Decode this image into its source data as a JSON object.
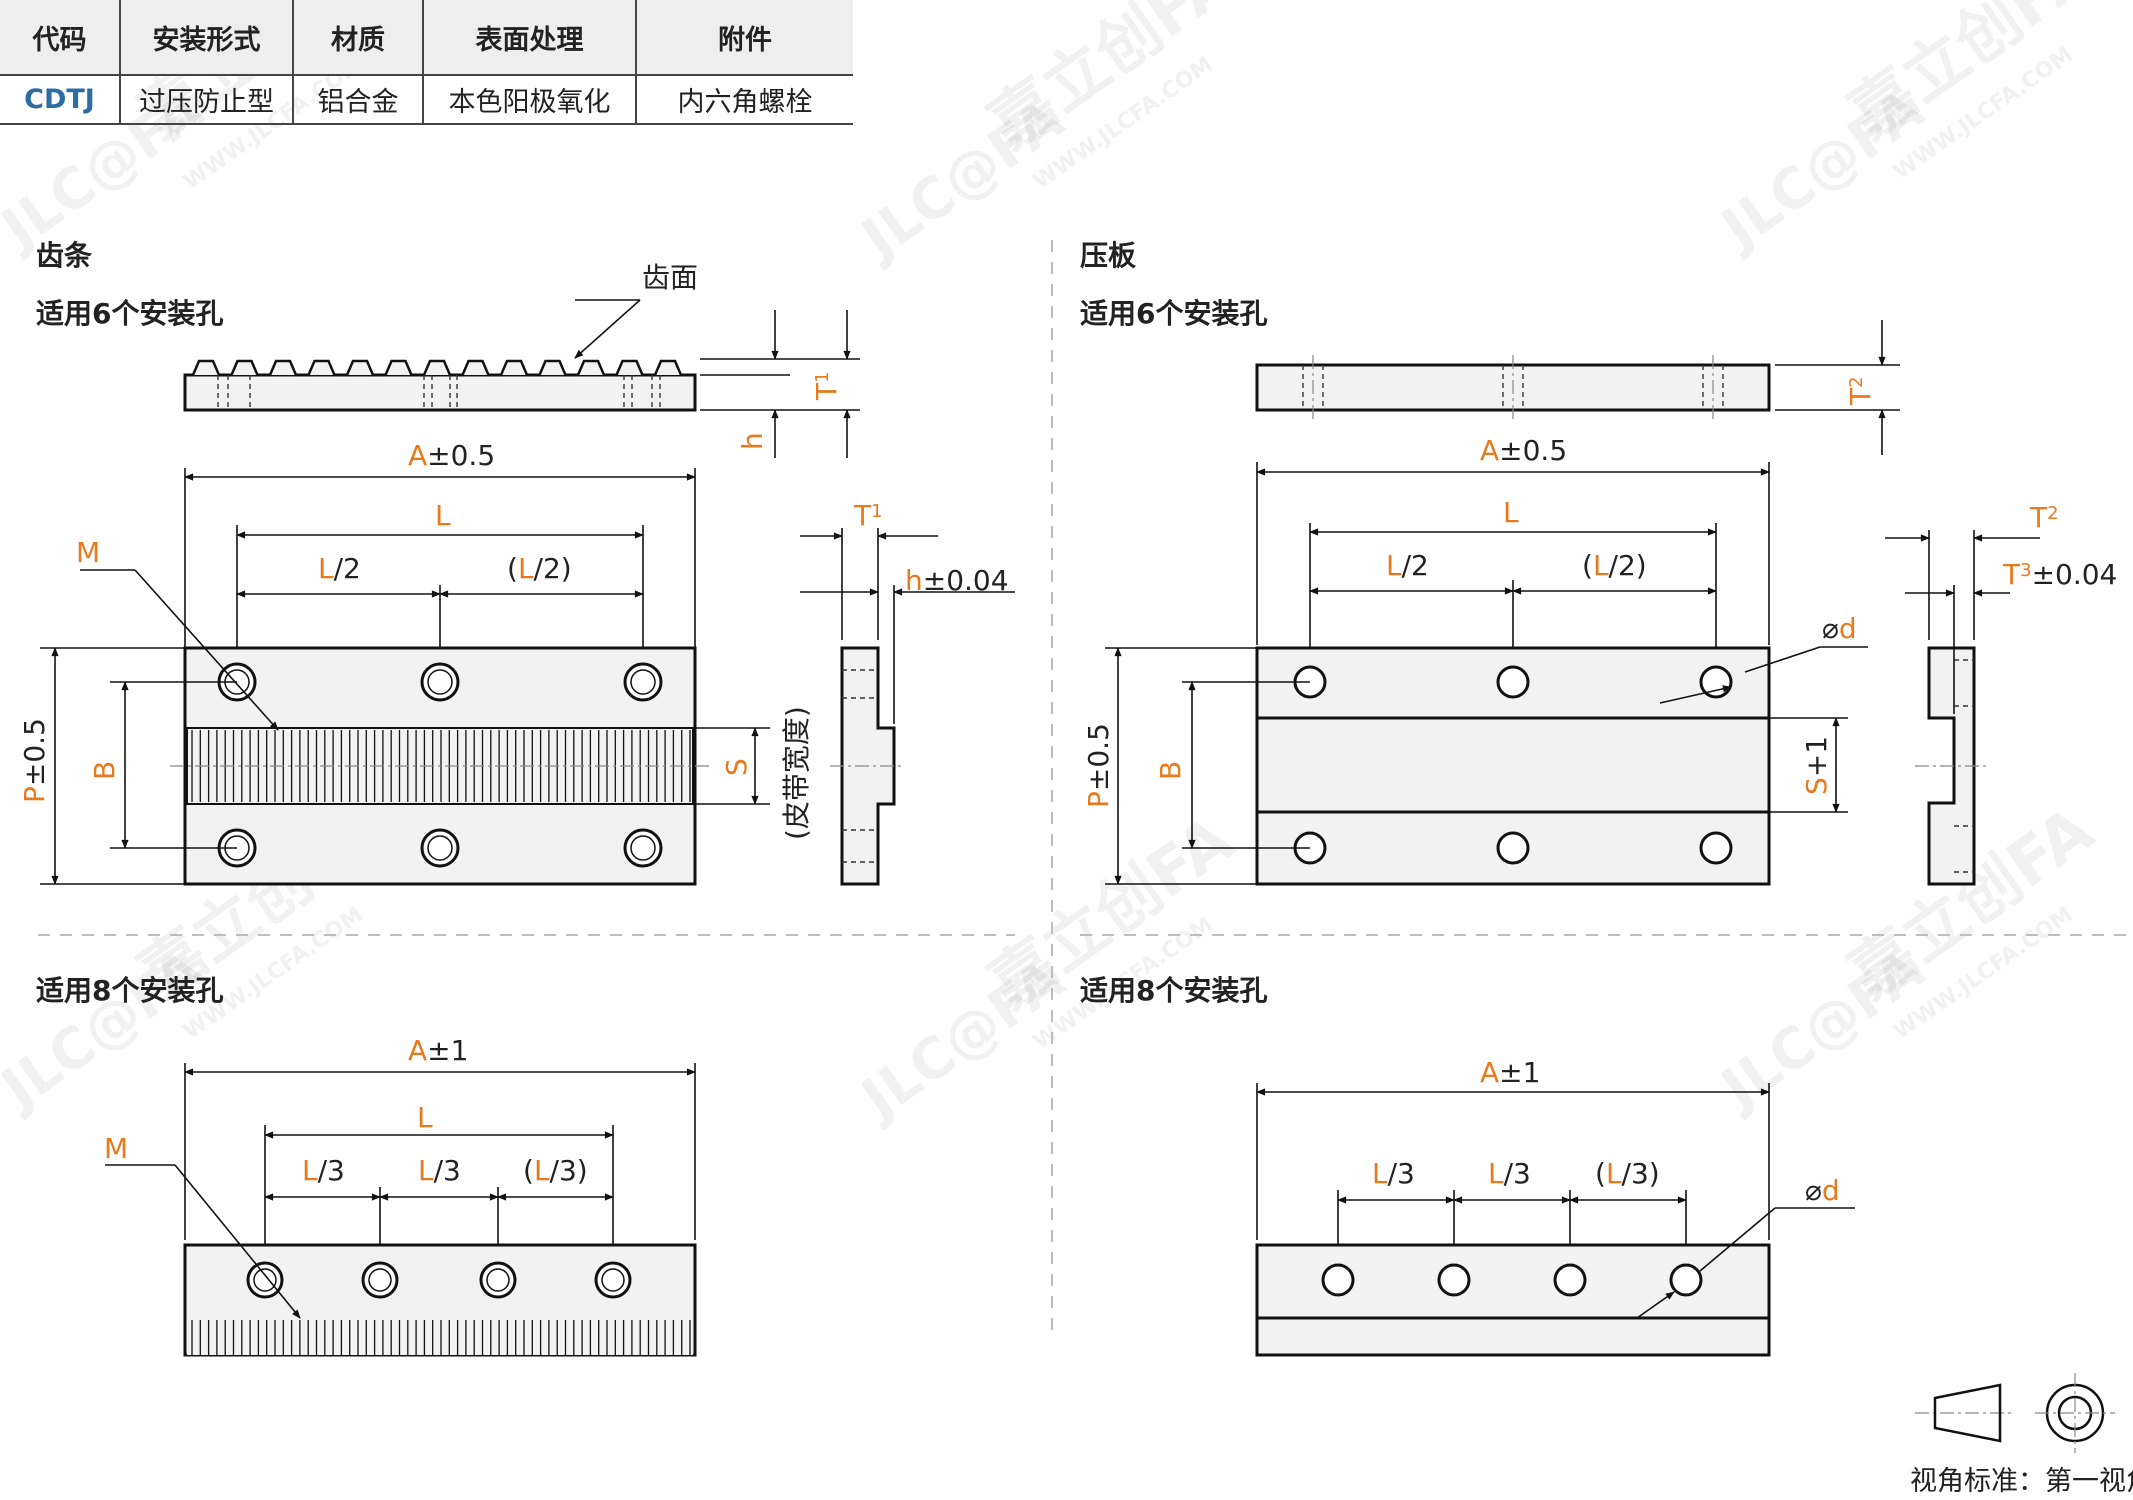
{
  "table": {
    "headers": [
      "代码",
      "安装形式",
      "材质",
      "表面处理",
      "附件"
    ],
    "row": [
      "CDTJ",
      "过压防止型",
      "铝合金",
      "本色阳极氧化",
      "内六角螺栓"
    ]
  },
  "watermark": {
    "brand": "嘉立创FA",
    "logo": "JLC@FA",
    "url": "WWW.JLCFA.COM"
  },
  "left": {
    "title": "齿条",
    "holes6_label": "适用6个安装孔",
    "holes8_label": "适用8个安装孔",
    "tooth_face": "齿面",
    "dims6": {
      "A": "A",
      "A_tol": "±0.5",
      "L": "L",
      "L2": "L",
      "L2_suffix": "/2",
      "L2p_open": "(",
      "L2p": "L",
      "L2p_suffix": "/2)",
      "M": "M",
      "P": "P",
      "P_tol": "±0.5",
      "B": "B",
      "S": "S",
      "belt_width": "(皮带宽度)",
      "T1": "T",
      "T1_sub": "1",
      "h": "h",
      "h_tol": "h±0.04"
    },
    "dims8": {
      "A": "A",
      "A_tol": "±1",
      "L": "L",
      "M": "M",
      "L3a": "L",
      "L3a_suffix": "/3",
      "L3b": "L",
      "L3b_suffix": "/3",
      "L3c_open": "(",
      "L3c": "L",
      "L3c_suffix": "/3)"
    }
  },
  "right": {
    "title": "压板",
    "holes6_label": "适用6个安装孔",
    "holes8_label": "适用8个安装孔",
    "dims6": {
      "A": "A",
      "A_tol": "±0.5",
      "L": "L",
      "L2": "L",
      "L2_suffix": "/2",
      "L2p_open": "(",
      "L2p": "L",
      "L2p_suffix": "/2)",
      "d": "d",
      "P": "P",
      "P_tol": "±0.5",
      "B": "B",
      "S": "S",
      "S_tol": "+1",
      "T2": "T",
      "T2_sub": "2",
      "T3": "T",
      "T3_sub": "3",
      "T3_tol": "±0.04"
    },
    "dims8": {
      "A": "A",
      "A_tol": "±1",
      "d": "d",
      "L3a": "L",
      "L3a_suffix": "/3",
      "L3b": "L",
      "L3b_suffix": "/3",
      "L3c_open": "(",
      "L3c": "L",
      "L3c_suffix": "/3)"
    }
  },
  "projection_label": "视角标准：第一视角",
  "colors": {
    "dimension_letter": "#e87a1d",
    "code": "#2e6da4",
    "line": "#111111"
  }
}
